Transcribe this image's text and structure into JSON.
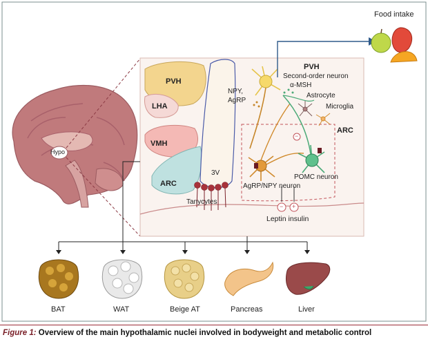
{
  "food_intake": "Food intake",
  "brain_label": "Hypo",
  "nuclei": {
    "pvh": "PVH",
    "lha": "LHA",
    "vmh": "VMH",
    "arc": "ARC",
    "third_ventricle": "3V"
  },
  "tanycytes": "Tanycytes",
  "neurons": {
    "pvh_title": "PVH",
    "second_order": "Second-order neuron",
    "alpha_msh": "α-MSH",
    "astrocyte": "Astrocyte",
    "microglia": "Microglia",
    "npy": "NPY,",
    "agrp": "AgRP",
    "arc_box": "ARC",
    "agrp_npy_neuron": "AgRP/NPY neuron",
    "pomc_neuron": "POMC neuron",
    "minus_sign": "−",
    "plus_sign": "+"
  },
  "hormones": "Leptin insulin",
  "tissues": [
    "BAT",
    "WAT",
    "Beige AT",
    "Pancreas",
    "Liver"
  ],
  "caption": {
    "figure": "Figure 1:",
    "text": " Overview of the main hypothalamic nuclei involved in bodyweight and metabolic control"
  },
  "colors": {
    "panel_bg": "#faf3ef",
    "pvh_fill": "#f3d58e",
    "lha_fill": "#f5d9d6",
    "vmh_fill": "#f4b9b5",
    "arc_fill": "#bfe1e0",
    "agrp_neuron": "#d08a2c",
    "pomc_neuron": "#4caa78",
    "dashed_red": "#c2535a",
    "caption_red": "#7a1f28"
  }
}
